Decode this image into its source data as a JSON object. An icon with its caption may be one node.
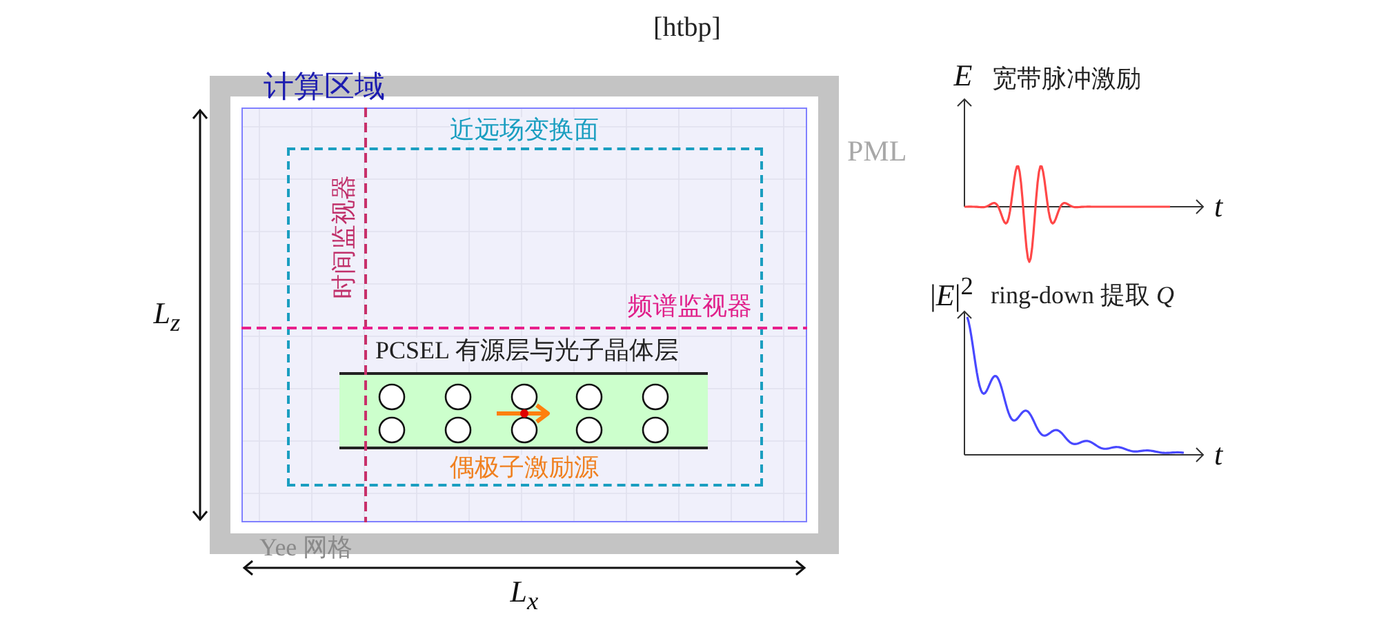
{
  "diagram": {
    "nodes": [
      {
        "text": [
          "PML"
        ]
      },
      {
        "text": [
          "计算区域"
        ],
        "in": 0
      },
      {
        "text": [
          "近远场变换面"
        ],
        "in": 1
      },
      {
        "text": [
          "PCSEL 有源层与光子晶体层"
        ],
        "in": 2
      }
    ],
    "labels": [
      "[htbp]",
      "E",
      "宽带脉冲激励",
      "t",
      "时间监视器",
      "|*E*|$^{2}$",
      "ring-down 提取 *Q*",
      "频谱监视器",
      "L$_{z}$",
      "t",
      "偶极子激励源",
      "Yee 网格",
      "L$_{x}$"
    ]
  }
}
